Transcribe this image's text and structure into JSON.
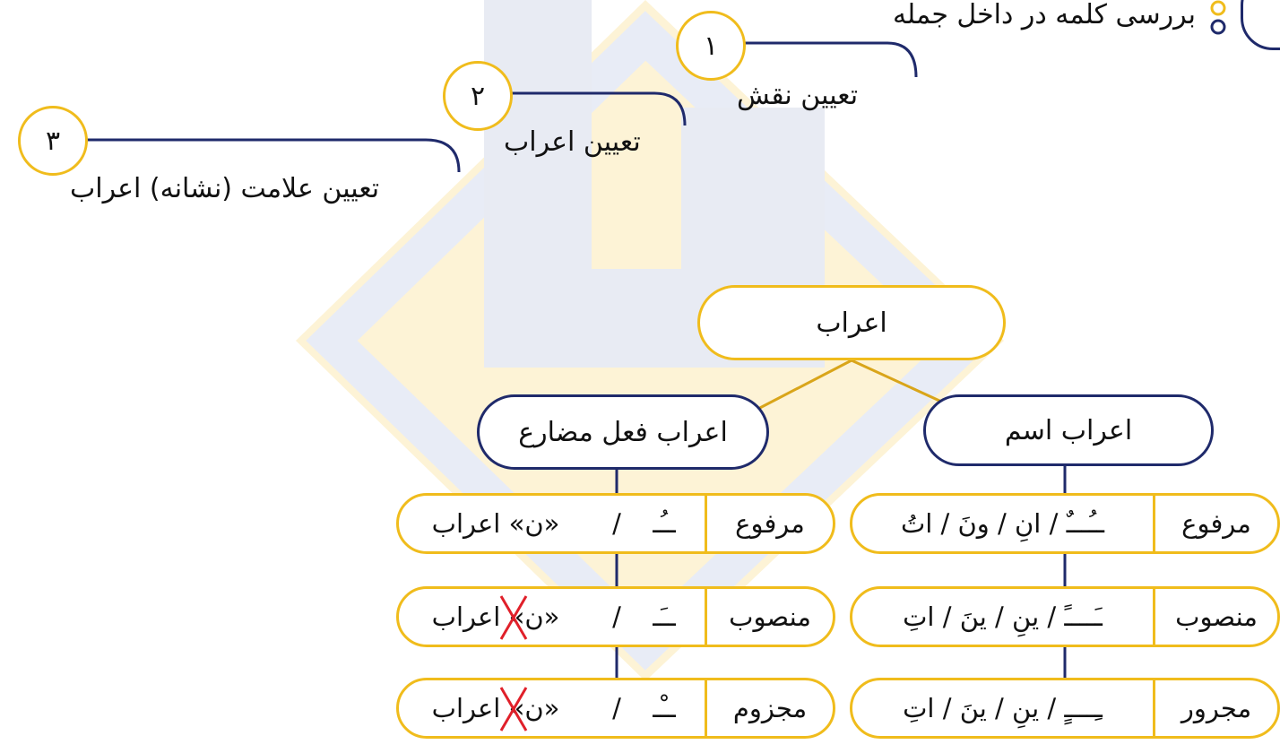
{
  "heading": {
    "text": "بررسی کلمه در داخل جمله"
  },
  "steps": [
    {
      "number": "۱",
      "label": "تعیین نقش"
    },
    {
      "number": "۲",
      "label": "تعیین اعراب"
    },
    {
      "number": "۳",
      "label": "تعیین علامت (نشانه) اعراب"
    }
  ],
  "tree": {
    "root": "اعراب",
    "noun_branch": {
      "title": "اعراب اسم",
      "rows": [
        {
          "case": "مرفوع",
          "markers": "ــُـــٌ / انِ / ونَ / اتُ"
        },
        {
          "case": "منصوب",
          "markers": "ـَــــً / ینِ / ینَ / اتِ"
        },
        {
          "case": "مجرور",
          "markers": "ـِــــٍ / ینِ / ینَ / اتِ"
        }
      ]
    },
    "verb_branch": {
      "title": "اعراب فعل مضارع",
      "rows": [
        {
          "case": "مرفوع",
          "marker": "ــُـ",
          "slash": "/",
          "nun": "«ن» اعراب",
          "crossed": false
        },
        {
          "case": "منصوب",
          "marker": "ــَـ",
          "slash": "/",
          "nun": "«ن» اعراب",
          "crossed": true
        },
        {
          "case": "مجزوم",
          "marker": "ــْـ",
          "slash": "/",
          "nun": "«ن» اعراب",
          "crossed": true
        }
      ]
    }
  },
  "colors": {
    "accent": "#f0bc1c",
    "navy": "#1f2a6b",
    "cross": "#e0202a"
  }
}
